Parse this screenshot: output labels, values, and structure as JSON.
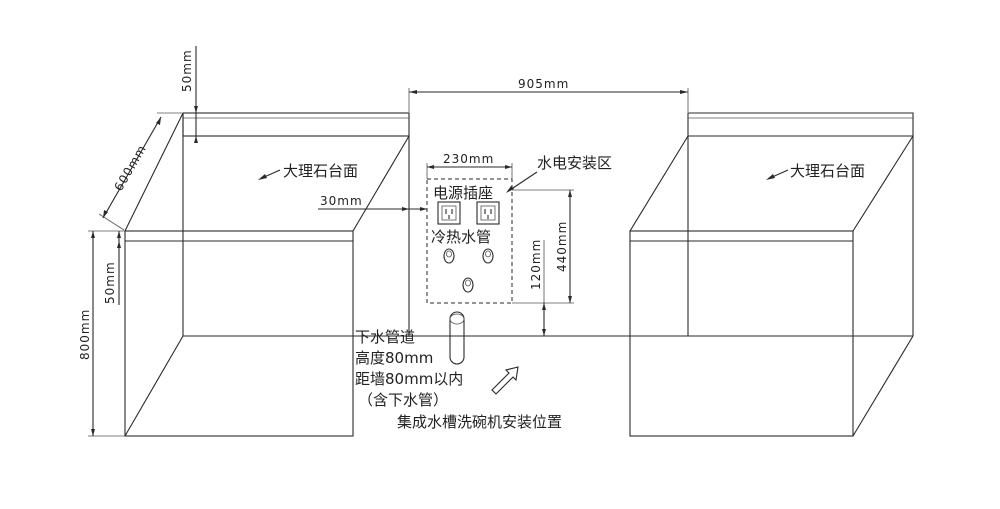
{
  "labels": {
    "marble_left": "大理石台面",
    "marble_right": "大理石台面",
    "utility_zone": "水电安装区",
    "power_socket": "电源插座",
    "water_pipes": "冷热水管",
    "drain_line1": "下水管道",
    "drain_line2": "高度80mm",
    "drain_line3": "距墙80mm以内",
    "drain_line4": "（含下水管）",
    "install_position": "集成水槽洗碗机安装位置"
  },
  "dimensions": {
    "opening_width": "905mm",
    "zone_width": "230mm",
    "zone_offset": "30mm",
    "zone_height": "440mm",
    "zone_bottom": "120mm",
    "backsplash": "50mm",
    "depth": "600mm",
    "top_thickness": "50mm",
    "cabinet_height": "800mm"
  },
  "colors": {
    "line": "#2a2a2a",
    "text": "#222222"
  }
}
